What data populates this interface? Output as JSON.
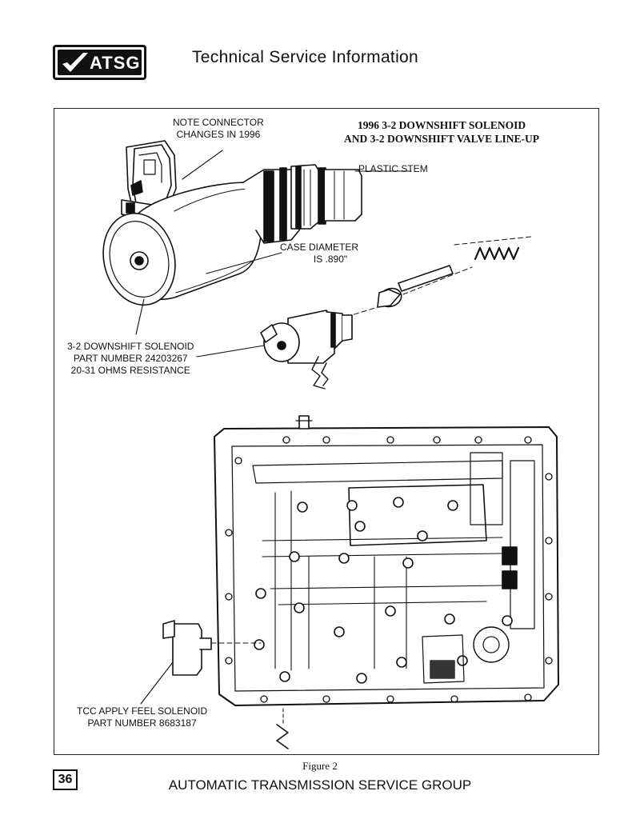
{
  "header": {
    "logo_text": "ATSG",
    "title": "Technical Service Information"
  },
  "figure": {
    "title_line1": "1996 3-2 DOWNSHIFT SOLENOID",
    "title_line2": "AND 3-2 DOWNSHIFT VALVE LINE-UP",
    "callouts": {
      "connector_line1": "NOTE CONNECTOR",
      "connector_line2": "CHANGES IN 1996",
      "plastic_stem": "PLASTIC STEM",
      "case_line1": "CASE DIAMETER",
      "case_line2": "IS .890\"",
      "solenoid_line1": "3-2 DOWNSHIFT SOLENOID",
      "solenoid_line2": "PART NUMBER 24203267",
      "solenoid_line3": "20-31 OHMS RESISTANCE",
      "tcc_line1": "TCC APPLY FEEL SOLENOID",
      "tcc_line2": "PART NUMBER 8683187"
    },
    "caption": "Figure 2"
  },
  "footer": {
    "page_number": "36",
    "text": "AUTOMATIC TRANSMISSION SERVICE GROUP"
  }
}
